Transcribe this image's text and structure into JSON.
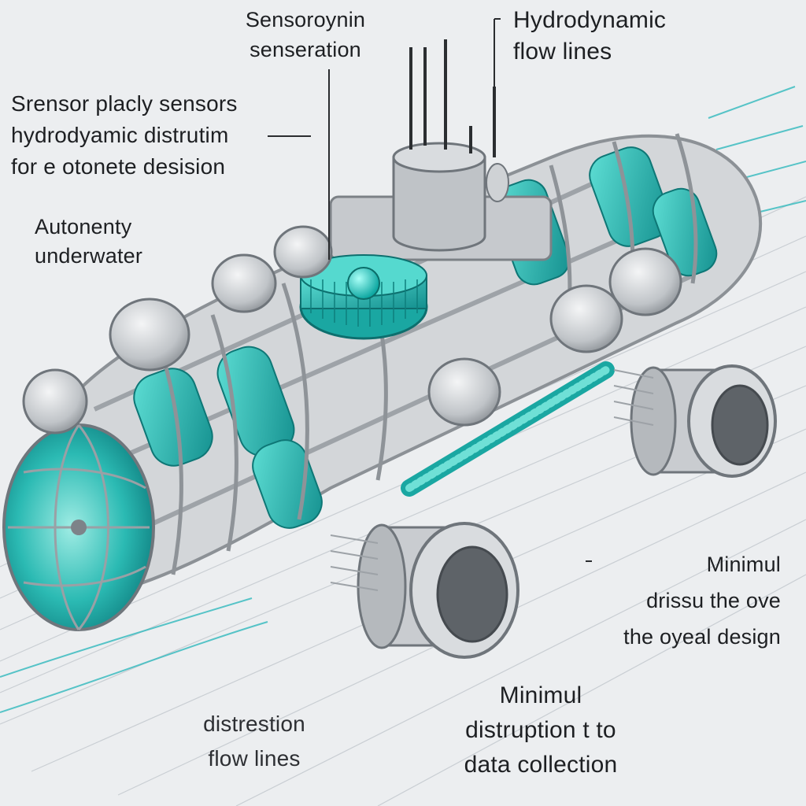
{
  "labels": {
    "top_center": "Sensoroynin\nsenseration",
    "top_right": "Hydrodynamic\nflow lines",
    "left_1": "Srensor placly sensors\nhydrodyamic distrutim\nfor e otonete desision",
    "left_2": "Autonenty\nunderwater",
    "right_mid": "Minimul\ndrissu the ove\nthe oyeal design",
    "bottom_left": "distrestion\nflow lines",
    "bottom_right": "Minimul\ndistruption t to\ndata collection"
  },
  "colors": {
    "background": "#eceef0",
    "frame": "#a3a7ac",
    "teal": "#1fb5b0",
    "pod": "#c7cacd",
    "flow": "#7fd3d0"
  }
}
